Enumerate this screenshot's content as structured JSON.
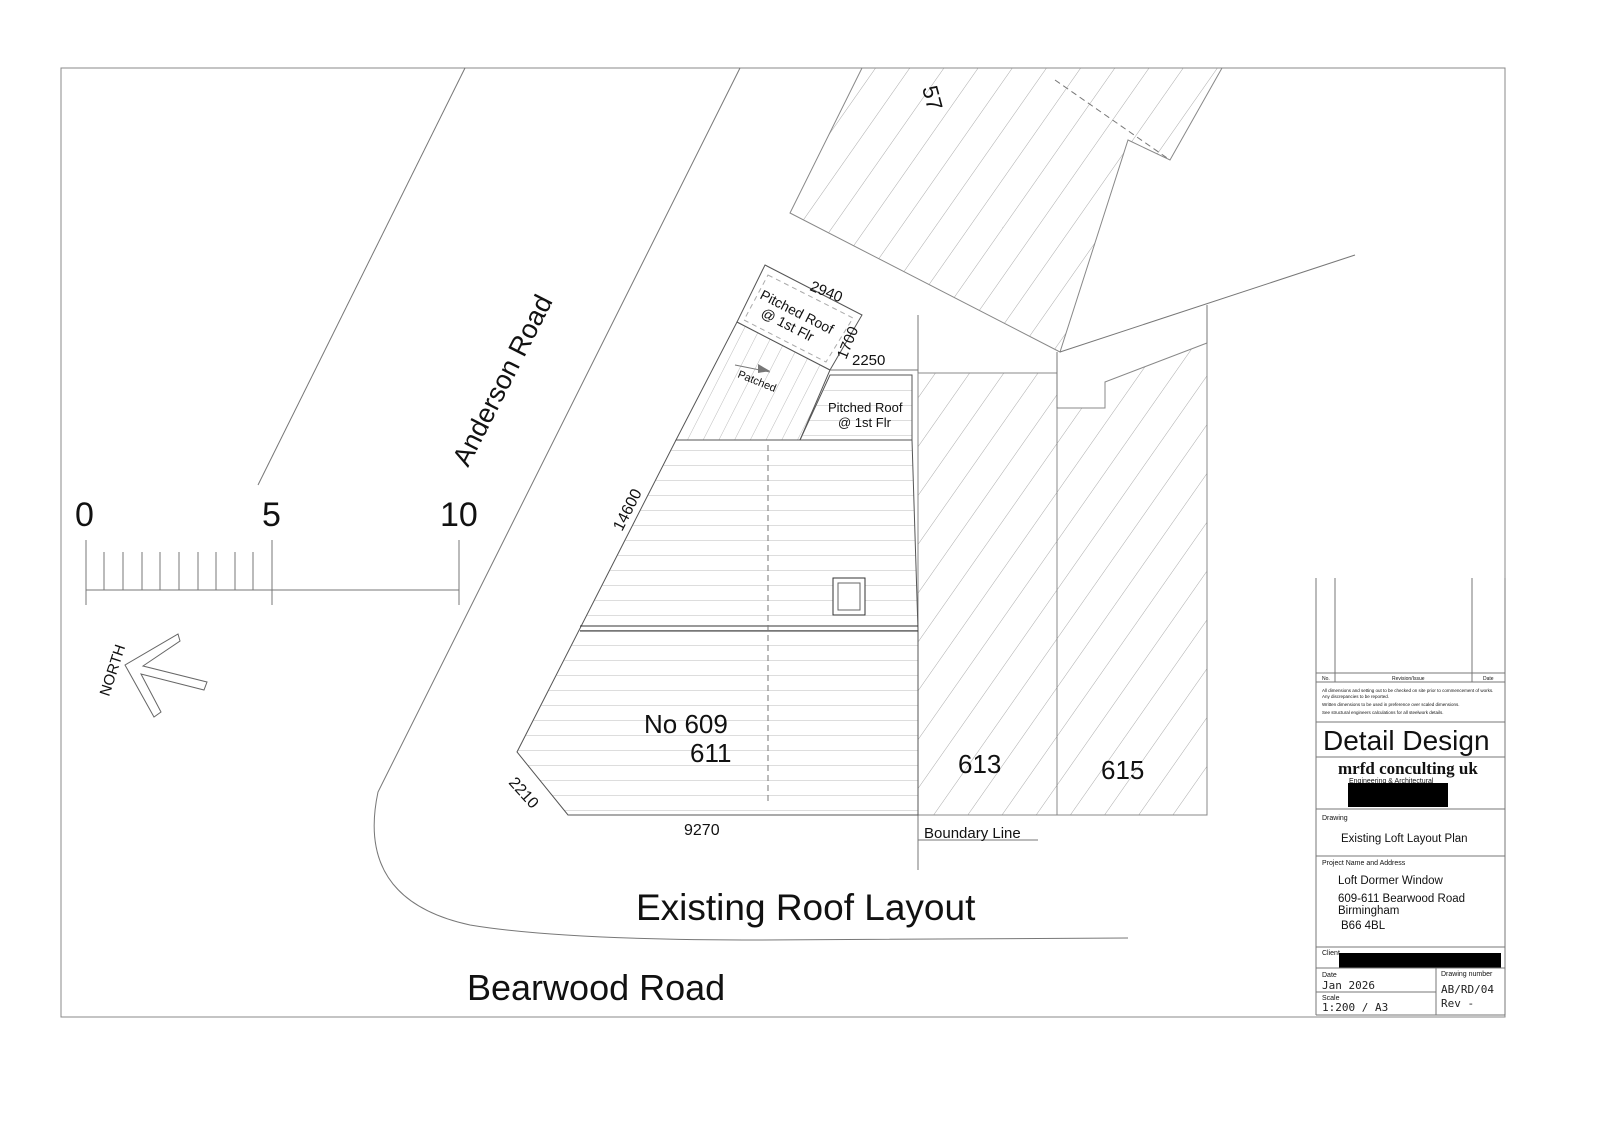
{
  "drawing": {
    "title": "Existing Roof Layout",
    "roads": {
      "anderson": "Anderson Road",
      "bearwood": "Bearwood Road"
    },
    "properties": {
      "p57": "57",
      "p609": "No 609",
      "p611": "611",
      "p613": "613",
      "p615": "615"
    },
    "labels": {
      "pitched_roof_1_a": "Pitched Roof",
      "pitched_roof_1_b": "@ 1st Flr",
      "pitched_roof_2_a": "Pitched Roof",
      "pitched_roof_2_b": "@ 1st Flr",
      "patched": "Patched",
      "boundary": "Boundary Line",
      "north": "NORTH"
    },
    "dimensions": {
      "d2940": "2940",
      "d1700": "1700",
      "d2250": "2250",
      "d14600": "14600",
      "d2210": "2210",
      "d9270": "9270"
    },
    "scale_bar": {
      "labels": [
        "0",
        "5",
        "10"
      ]
    }
  },
  "title_block": {
    "col_no": "No.",
    "col_revision": "Revision/Issue",
    "col_date": "Date",
    "notes": [
      "All dimensions and setting out to be checked on site prior to commencement of works.",
      "Any discrepancies to be reported.",
      "Written dimensions to be used in preference over scaled dimensions.",
      "See structural engineers calculations for all steelwork details."
    ],
    "heading": "Detail Design",
    "company": "mrfd conculting uk",
    "company_sub": "Engineering & Architectural",
    "drawing_label": "Drawing",
    "drawing_name": "Existing Loft Layout Plan",
    "project_label": "Project Name and Address",
    "project_name": "Loft Dormer Window",
    "address_1": "609-611 Bearwood Road",
    "address_2": "Birmingham",
    "address_3": "B66 4BL",
    "client_label": "Client",
    "date_label": "Date",
    "date_value": "Jan 2026",
    "drawing_number_label": "Drawing number",
    "drawing_number": "AB/RD/04",
    "scale_label": "Scale",
    "scale_value": "1:200 / A3",
    "rev": "Rev -"
  }
}
